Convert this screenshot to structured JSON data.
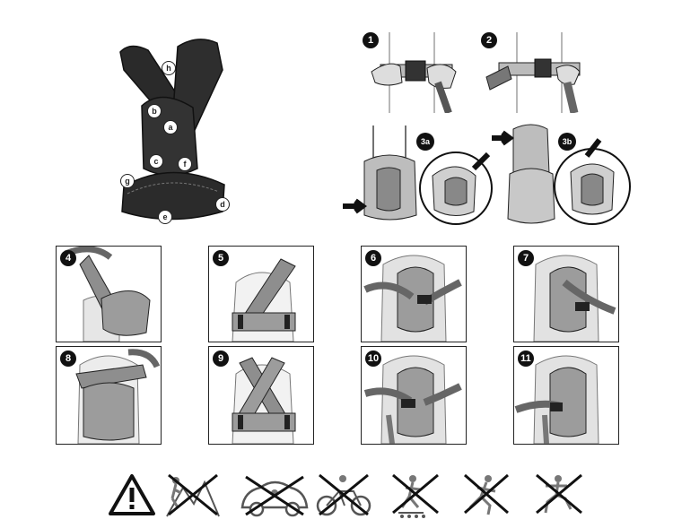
{
  "carrier_labels": [
    "h",
    "b",
    "a",
    "c",
    "f",
    "g",
    "e",
    "d"
  ],
  "steps_top": [
    "1",
    "2",
    "3a",
    "3b"
  ],
  "steps_grid": [
    "4",
    "5",
    "6",
    "7",
    "8",
    "9",
    "10",
    "11"
  ],
  "warnings": [
    {
      "icon": "caution-triangle-icon"
    },
    {
      "icon": "no-climbing-icon"
    },
    {
      "icon": "no-car-icon"
    },
    {
      "icon": "no-cycling-icon"
    },
    {
      "icon": "no-skating-icon"
    },
    {
      "icon": "no-running-icon"
    },
    {
      "icon": "no-jumping-icon"
    }
  ],
  "colors": {
    "ink": "#111111",
    "strap": "#2a2a2a",
    "fabric": "#9a9a9a",
    "light": "#cfcfcf"
  }
}
